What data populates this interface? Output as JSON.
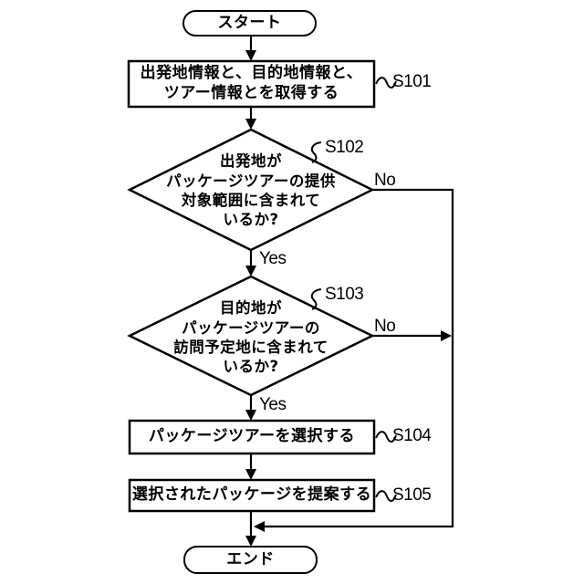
{
  "figure": {
    "type": "flowchart",
    "background_color": "#ffffff",
    "line_color": "#000000",
    "start_label": "スタート",
    "end_label": "エンド",
    "steps": {
      "s101": {
        "id": "S101",
        "text": "出発地情報と、目的地情報と、\nツアー情報とを取得する"
      },
      "s102": {
        "id": "S102",
        "text": "出発地が\nパッケージツアーの提供\n対象範囲に含まれて\nいるか?",
        "yes": "Yes",
        "no": "No"
      },
      "s103": {
        "id": "S103",
        "text": "目的地が\nパッケージツアーの\n訪問予定地に含まれて\nいるか?",
        "yes": "Yes",
        "no": "No"
      },
      "s104": {
        "id": "S104",
        "text": "パッケージツアーを選択する"
      },
      "s105": {
        "id": "S105",
        "text": "選択されたパッケージを提案する"
      }
    }
  }
}
